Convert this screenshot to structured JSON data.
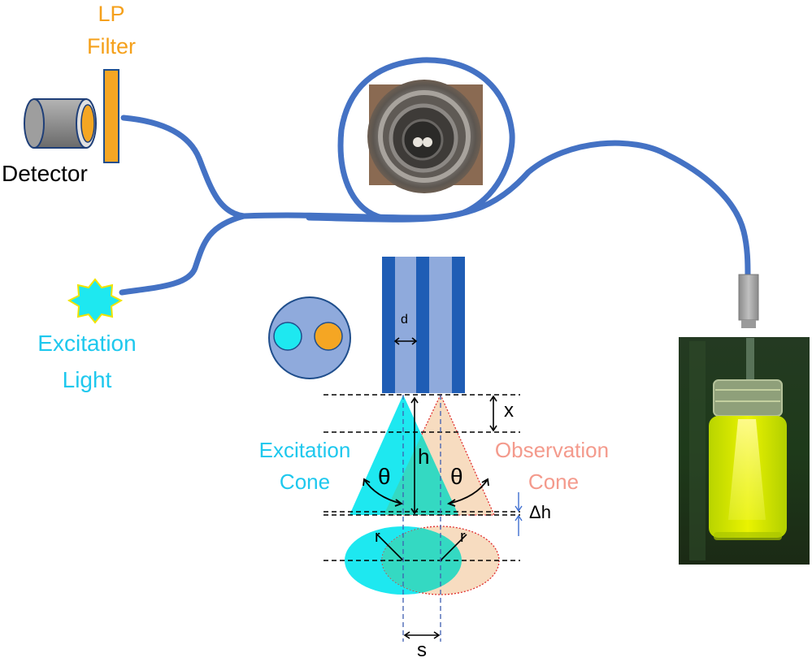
{
  "labels": {
    "lp_filter_line1": "LP",
    "lp_filter_line2": "Filter",
    "detector": "Detector",
    "excitation_light_line1": "Excitation",
    "excitation_light_line2": "Light",
    "excitation_cone_line1": "Excitation",
    "excitation_cone_line2": "Cone",
    "observation_cone_line1": "Observation",
    "observation_cone_line2": "Cone",
    "d": "d",
    "x": "x",
    "h": "h",
    "theta": "θ",
    "delta_h": "Δh",
    "r": "r",
    "s": "s"
  },
  "colors": {
    "fiber_blue": "#4472c4",
    "fiber_dark": "#1f5db5",
    "fiber_light": "#8faadc",
    "excitation_cyan": "#1ee8f0",
    "observation_peach": "#f7dcc0",
    "overlap_teal": "#34d9c2",
    "filter_orange": "#f5a623",
    "lp_label_orange": "#f5a01a",
    "excitation_label": "#1ec8ee",
    "observation_label": "#f49a8c",
    "connector_gray": "#a6a6a6"
  },
  "icons": {
    "detector": "detector-cylinder-icon",
    "excitation_source": "star-burst-icon",
    "fiber_cross_section": "fiber-bundle-cross-section-icon",
    "fiber_photo": "fiber-end-photo",
    "sample_photo": "glowing-vial-photo"
  }
}
